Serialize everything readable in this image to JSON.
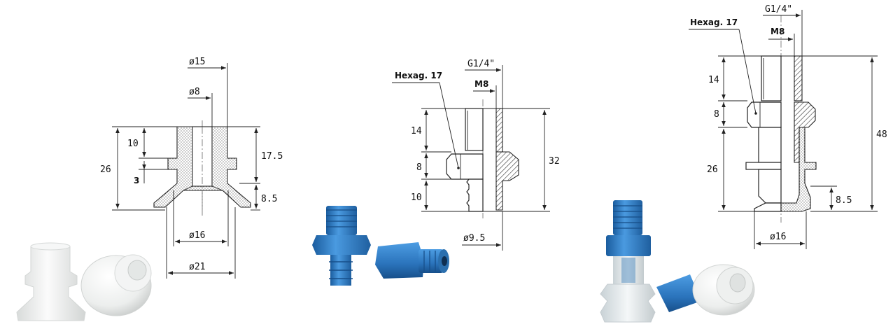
{
  "drawing_1": {
    "dims": {
      "d15": "ø15",
      "d8": "ø8",
      "h26": "26",
      "h10": "10",
      "h3": "3",
      "h17_5": "17.5",
      "h8_5": "8.5",
      "d16": "ø16",
      "d21": "ø21"
    }
  },
  "drawing_2": {
    "hexag_label": "Hexag. 17",
    "dims": {
      "thread": "G1/4\"",
      "m8": "M8",
      "h14": "14",
      "h8": "8",
      "h10": "10",
      "h32": "32",
      "d9_5": "ø9.5"
    }
  },
  "drawing_3": {
    "hexag_label": "Hexag. 17",
    "dims": {
      "thread": "G1/4\"",
      "m8": "M8",
      "h14": "14",
      "h8": "8",
      "h26": "26",
      "h48": "48",
      "h8_5": "8.5",
      "d16": "ø16"
    }
  },
  "colors": {
    "line": "#222222",
    "silicone": "#eeeeec",
    "aluminium_blue": "#2f7fc6",
    "aluminium_dark": "#1d5a9a"
  },
  "photos": {
    "photo_1": "silicone-suction-cup-photo",
    "photo_2": "blue-hose-fitting-photo",
    "photo_3": "suction-cup-with-fitting-photo"
  }
}
